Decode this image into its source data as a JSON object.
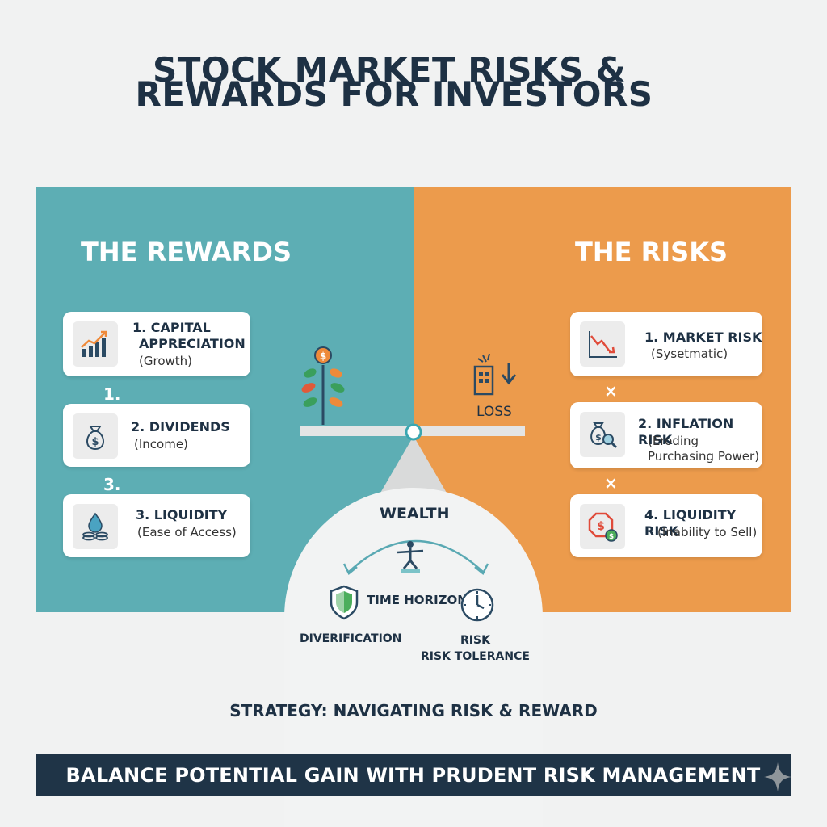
{
  "title": {
    "line1": "STOCK MARKET RISKS &",
    "line2": "REWARDS FOR INVESTORS"
  },
  "rewards": {
    "heading": "THE REWARDS",
    "items": [
      {
        "title_line1": "1. CAPITAL",
        "title_line2": "APPRECIATION",
        "sub": "(Growth)",
        "icon": "growth-chart-icon"
      },
      {
        "title_line1": "2. DIVIDENDS",
        "sub": "(Income)",
        "icon": "money-bag-icon"
      },
      {
        "title_line1": "3. LIQUIDITY",
        "sub": "(Ease of Access)",
        "icon": "water-drop-coins-icon"
      }
    ],
    "between_labels": [
      "1.",
      "3."
    ]
  },
  "risks": {
    "heading": "THE RISKS",
    "items": [
      {
        "title_line1": "1. MARKET RISK",
        "sub": "(Sysetmatic)",
        "icon": "falling-chart-icon"
      },
      {
        "title_line1": "2. INFLATION RISK",
        "sub_line1": "(Eroding",
        "sub_line2": "Purchasing Power)",
        "icon": "money-bag-magnifier-icon"
      },
      {
        "title_line1": "4. LIQUIDITY RISK",
        "sub": "(Inability to Sell)",
        "icon": "stop-dollar-icon"
      }
    ],
    "between_labels": [
      "×",
      "×"
    ]
  },
  "center": {
    "loss_label": "LOSS",
    "wealth_label": "WEALTH",
    "time_horizon": "TIME HORIZON",
    "diversification": "DIVERIFICATION",
    "risk": "RISK",
    "risk_tolerance": "RISK TOLERANCE"
  },
  "strategy": "STRATEGY: NAVIGATING RISK & REWARD",
  "banner": "BALANCE POTENTIAL GAIN WITH PRUDENT RISK MANAGEMENT",
  "colors": {
    "rewards_panel": "#5daeb4",
    "risks_panel": "#ec9b4c",
    "banner": "#1f3447",
    "title": "#1e3144"
  }
}
